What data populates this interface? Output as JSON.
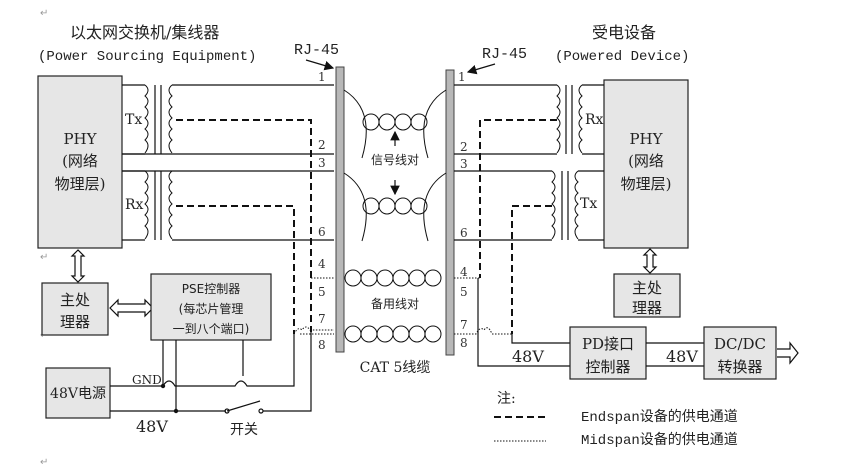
{
  "titles": {
    "pse_title_cn": "以太网交换机/集线器",
    "pse_title_en": "(Power Sourcing Equipment)",
    "pd_title_cn": "受电设备",
    "pd_title_en": "(Powered Device)",
    "rj45_left": "RJ-45",
    "rj45_right": "RJ-45"
  },
  "pse": {
    "phy_line1": "PHY",
    "phy_line2": "(网络",
    "phy_line3": "物理层)",
    "tx_label": "Tx",
    "rx_label": "Rx",
    "cpu_line1": "主处",
    "cpu_line2": "理器",
    "controller_line1": "PSE控制器",
    "controller_line2": "(每芯片管理",
    "controller_line3": "一到八个端口)",
    "power_supply": "48V电源",
    "gnd_label": "GND",
    "v48_label": "48V",
    "switch_label": "开关"
  },
  "cable": {
    "signal_pairs": "信号线对",
    "spare_pairs": "备用线对",
    "cable_label": "CAT 5线缆",
    "pins_left": [
      "1",
      "2",
      "3",
      "6",
      "4",
      "5",
      "7",
      "8"
    ],
    "pins_right": [
      "1",
      "2",
      "3",
      "6",
      "4",
      "5",
      "7",
      "8"
    ]
  },
  "pd": {
    "phy_line1": "PHY",
    "phy_line2": "(网络",
    "phy_line3": "物理层)",
    "rx_label": "Rx",
    "tx_label": "Tx",
    "cpu_line1": "主处",
    "cpu_line2": "理器",
    "pd_ctrl_line1": "PD接口",
    "pd_ctrl_line2": "控制器",
    "dcdc_line1": "DC/DC",
    "dcdc_line2": "转换器",
    "v48_left": "48V",
    "v48_mid": "48V"
  },
  "legend": {
    "note": "注:",
    "endspan": "Endspan设备的供电通道",
    "midspan": "Midspan设备的供电通道"
  },
  "paragraph_mark": "↵"
}
